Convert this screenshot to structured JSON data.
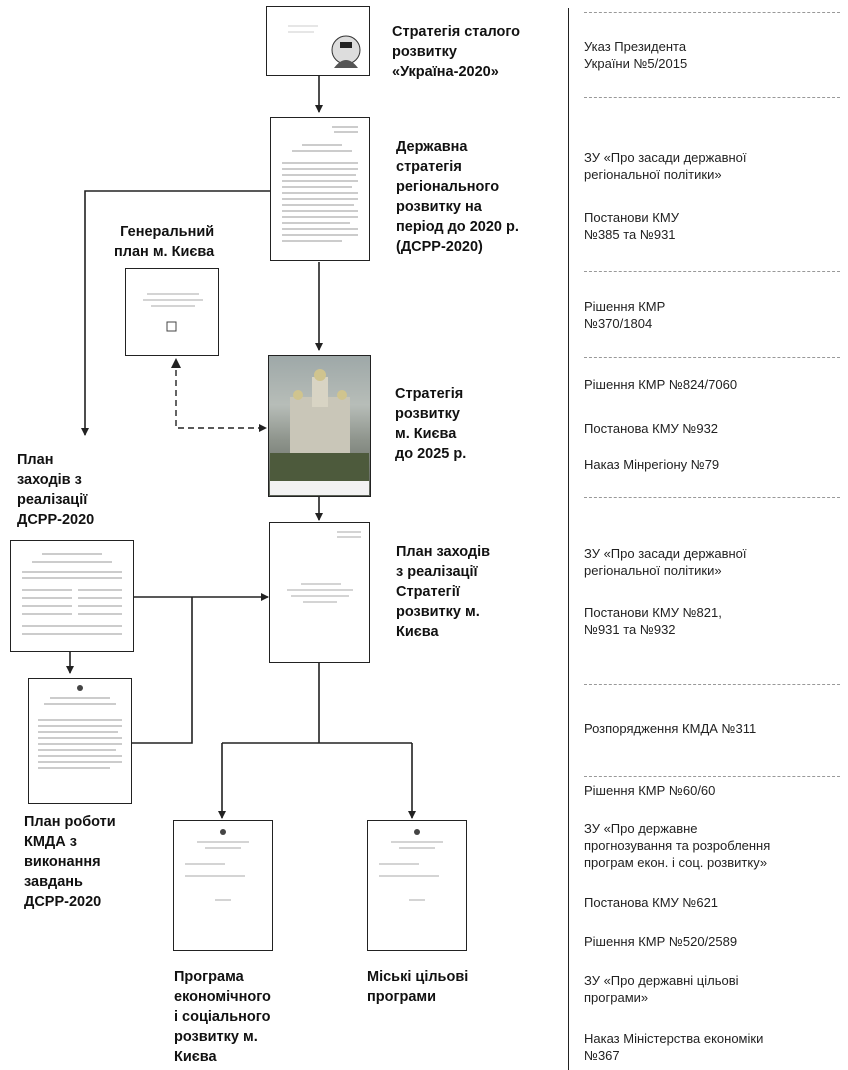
{
  "nodes": {
    "strategy_ukraine_2020": "Стратегія сталого\nрозвитку\n«Україна-2020»",
    "dsrr_2020": "Державна\nстратегія\nрегіонального\nрозвитку на\nперіод до 2020 р.\n(ДСРР-2020)",
    "general_plan_kyiv": "Генеральний\nплан м. Києва",
    "kyiv_strategy_2025": "Стратегія\nрозвитку\nм. Києва\nдо 2025 р.",
    "plan_dsrr_2020": "План\nзаходів з\nреалізації\nДСРР-2020",
    "plan_kyiv_strategy": "План заходів\nз реалізації\nСтратегії\nрозвитку м.\nКиєва",
    "kmda_work_plan": "План роботи\nКМДА з\nвиконання\nзавдань\nДСРР-2020",
    "econ_social_program": "Програма\nекономічного\nі соціального\nрозвитку м.\nКиєва",
    "city_target_programs": "Міські цільові\nпрограми"
  },
  "references": [
    "Указ Президента\nУкраїни №5/2015",
    "ЗУ «Про засади державної\nрегіональної політики»",
    "Постанови КМУ\n№385 та №931",
    "Рішення КМР\n№370/1804",
    "Рішення КМР №824/7060",
    "Постанова КМУ №932",
    "Наказ Мінрегіону №79",
    "ЗУ «Про засади державної\nрегіональної політики»",
    "Постанови КМУ №821,\n№931 та №932",
    "Розпорядження КМДА №311",
    "Рішення КМР №60/60",
    "ЗУ «Про державне\nпрогнозування та розроблення\nпрограм екон. і соц. розвитку»",
    "Постанова КМУ №621",
    "Рішення КМР №520/2589",
    "ЗУ «Про державні цільові\nпрограми»",
    "Наказ Міністерства економіки\n№367"
  ]
}
